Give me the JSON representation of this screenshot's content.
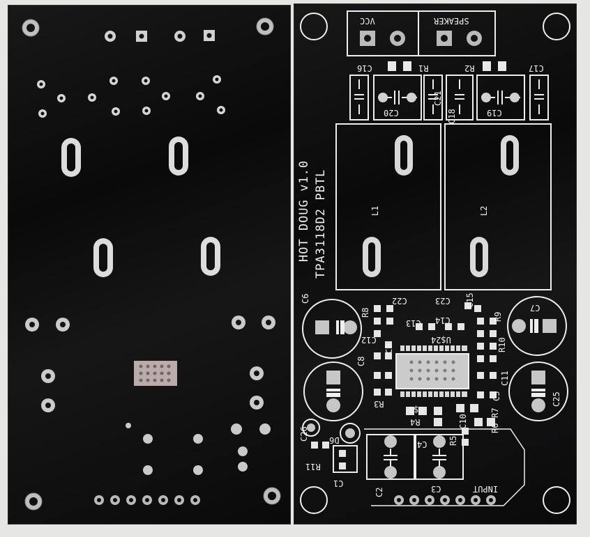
{
  "front": {
    "title_line1": "HOT DOUG v1.0",
    "title_line2": "TPA3118D2 PBTL",
    "connectors": {
      "vcc": "VCC",
      "speaker": "SPEAKER",
      "input": "INPUT"
    },
    "refs": {
      "c16": "C16",
      "r1": "R1",
      "r2": "R2",
      "c17": "C17",
      "c20": "C20",
      "c21": "C21",
      "c18": "C18",
      "c19": "C19",
      "l1": "L1",
      "l2": "L2",
      "c6": "C6",
      "r8": "R8",
      "c22": "C22",
      "c23": "C23",
      "c15": "C15",
      "r9": "R9",
      "c7": "C7",
      "c13": "C13",
      "c14": "C14",
      "c12": "C12",
      "c9": "C9",
      "u24": "U$24",
      "r10": "R10",
      "c8": "C8",
      "c11": "C11",
      "c25": "C25",
      "c5": "C5",
      "r3": "R3",
      "u1": "U$1",
      "r4": "R4",
      "c10": "C10",
      "r7": "R7",
      "c26": "C26",
      "d6": "D6",
      "r5": "R5",
      "r6": "R6",
      "r11": "R11",
      "c4": "C4",
      "c1": "C1",
      "c2": "C2",
      "c3": "C3"
    }
  }
}
